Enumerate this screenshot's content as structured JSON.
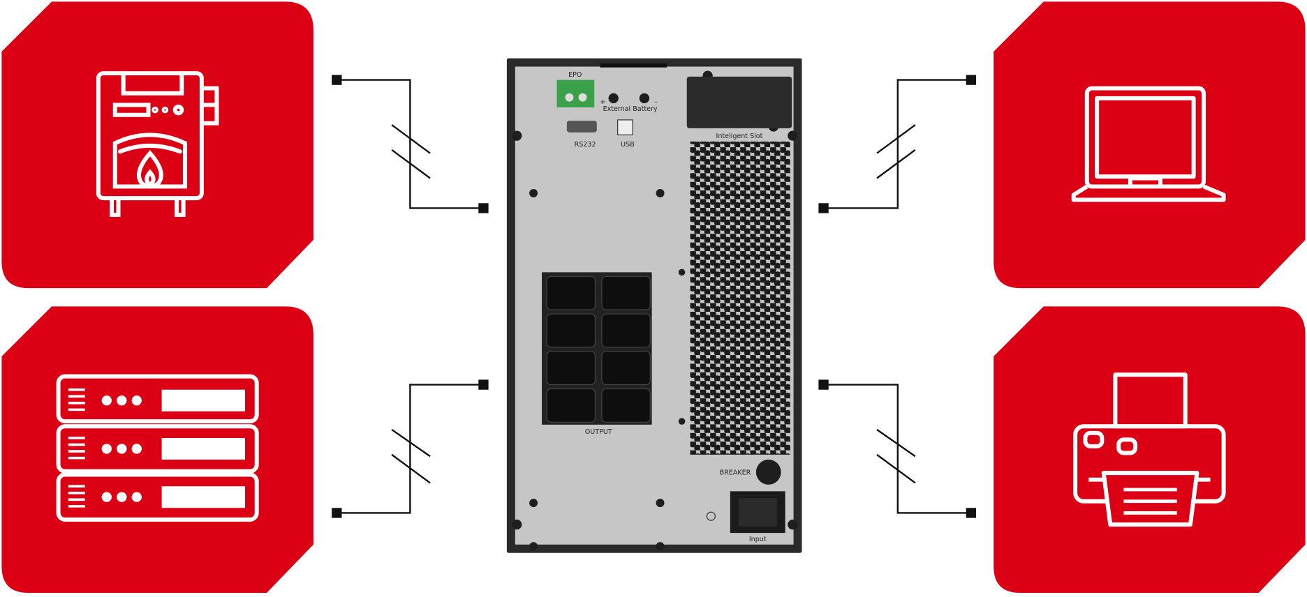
{
  "colors": {
    "card": "#dc0015",
    "icon": "#ffffff",
    "line": "#111111",
    "ups_frame": "#2a2a2a",
    "ups_panel": "#c4c4c4"
  },
  "devices": [
    {
      "name": "boiler",
      "icon": "boiler-icon"
    },
    {
      "name": "server",
      "icon": "server-rack-icon"
    },
    {
      "name": "laptop",
      "icon": "laptop-icon"
    },
    {
      "name": "printer",
      "icon": "printer-icon"
    }
  ],
  "ups": {
    "epo": "EPO",
    "plus": "+",
    "minus": "–",
    "external_battery": "External Battery",
    "rs232": "RS232",
    "usb": "USB",
    "slot": "Inteligent Slot",
    "output": "OUTPUT",
    "breaker": "BREAKER",
    "input": "Input"
  }
}
